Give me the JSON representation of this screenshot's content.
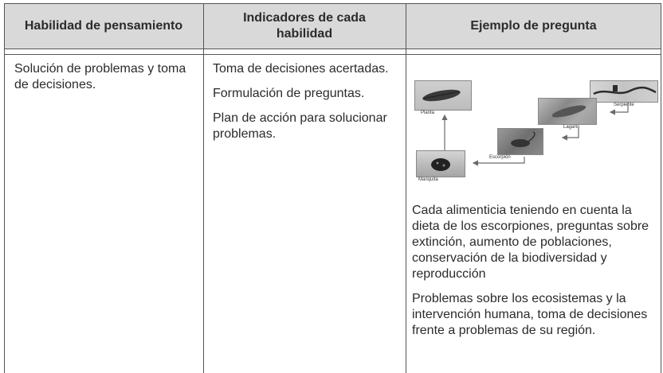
{
  "headers": {
    "col1": "Habilidad de pensamiento",
    "col2": "Indicadores de cada habilidad",
    "col3": "Ejemplo de pregunta"
  },
  "row": {
    "skill": "Solución de problemas y toma de decisiones.",
    "indicators": [
      "Toma de decisiones acertadas.",
      "Formulación de preguntas.",
      "Plan de acción para solucionar problemas."
    ],
    "food_chain": {
      "labels": {
        "planta": "Planta",
        "serpiente": "Serpiente",
        "lagarto": "Lagarto",
        "escorpion": "Escorpión",
        "mariquita": "Mariquita"
      }
    },
    "example_paragraphs": [
      "Cada alimenticia teniendo en cuenta la dieta de los escorpiones, preguntas sobre extinción, aumento de poblaciones, conservación de la biodiversidad y reproducción",
      "Problemas sobre los ecosistemas y la intervención humana, toma de decisiones frente a problemas de su región."
    ]
  },
  "colors": {
    "header_bg": "#d9d9d9",
    "text": "#2b2b2b",
    "border": "#555555"
  }
}
